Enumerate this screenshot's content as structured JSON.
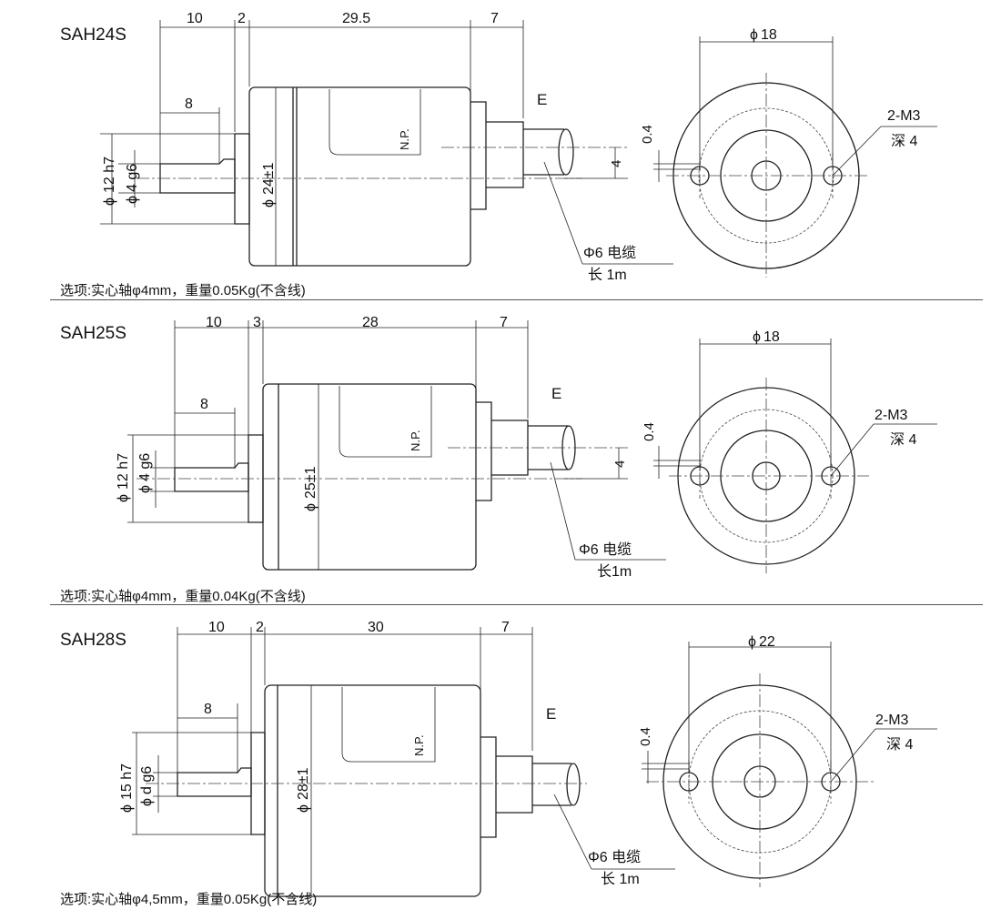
{
  "panels": [
    {
      "model": "SAH24S",
      "dims": {
        "shaft": "10",
        "flange": "2",
        "body": "29.5",
        "gland": "7",
        "flat": "8",
        "spigot": "12 h7",
        "shaft_dia": "4 g6",
        "body_dia": "24±1",
        "offset": "4",
        "pcd": "18",
        "hole_offset": "0.4"
      },
      "np": "N.P.",
      "cable_mark": "E",
      "hole_spec": "2-M3",
      "hole_depth": "深 4",
      "cable_spec": "Φ6 电缆",
      "cable_length": "长 1m",
      "note": "选项:实心轴φ4mm，重量0.05Kg(不含线)"
    },
    {
      "model": "SAH25S",
      "dims": {
        "shaft": "10",
        "flange": "3",
        "body": "28",
        "gland": "7",
        "flat": "8",
        "spigot": "12 h7",
        "shaft_dia": "4 g6",
        "body_dia": "25±1",
        "offset": "4",
        "pcd": "18",
        "hole_offset": "0.4"
      },
      "np": "N.P.",
      "cable_mark": "E",
      "hole_spec": "2-M3",
      "hole_depth": "深 4",
      "cable_spec": "Φ6 电缆",
      "cable_length": "长1m",
      "note": "选项:实心轴φ4mm，重量0.04Kg(不含线)"
    },
    {
      "model": "SAH28S",
      "dims": {
        "shaft": "10",
        "flange": "2",
        "body": "30",
        "gland": "7",
        "flat": "8",
        "spigot": "15 h7",
        "shaft_dia": "d g6",
        "body_dia": "28±1",
        "offset": "",
        "pcd": "22",
        "hole_offset": "0.4"
      },
      "np": "N.P.",
      "cable_mark": "E",
      "hole_spec": "2-M3",
      "hole_depth": "深 4",
      "cable_spec": "Φ6 电缆",
      "cable_length": "长 1m",
      "note": "选项:实心轴φ4,5mm，重量0.05Kg(不含线)"
    }
  ],
  "phi": "ϕ"
}
